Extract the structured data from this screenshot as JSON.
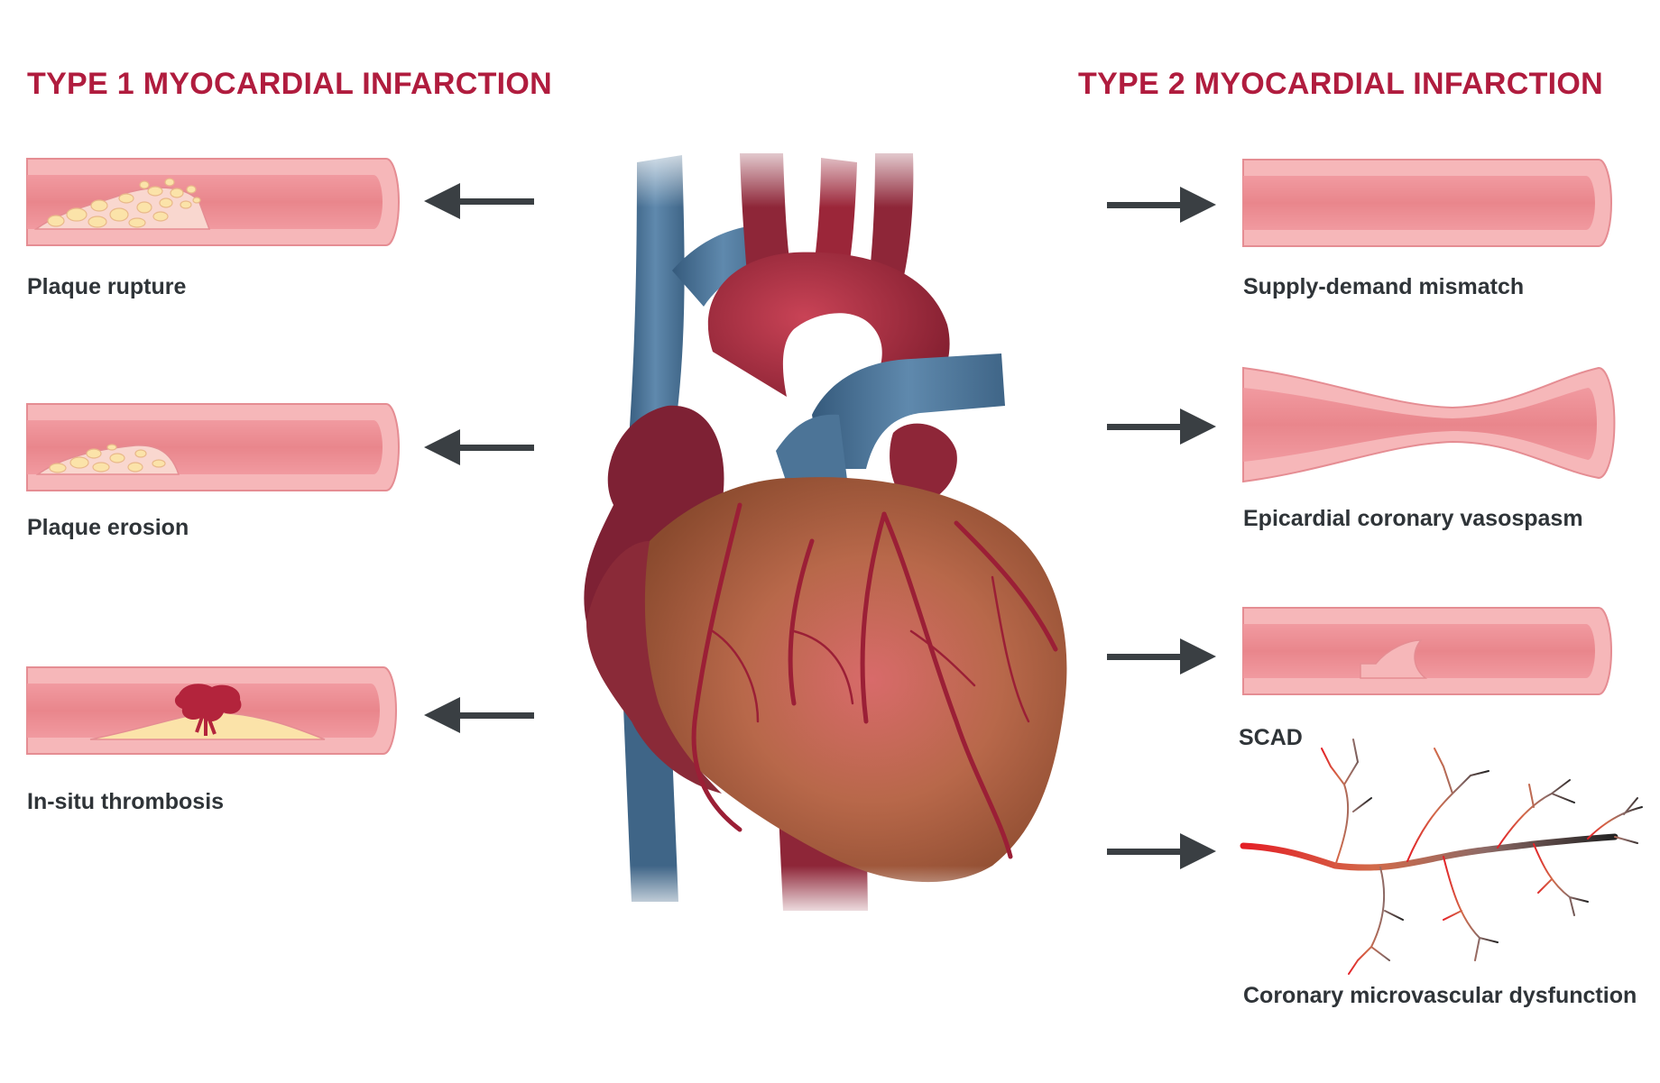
{
  "headings": {
    "type1": "TYPE 1 MYOCARDIAL INFARCTION",
    "type2": "TYPE 2 MYOCARDIAL INFARCTION"
  },
  "type1_items": [
    {
      "label": "Plaque rupture"
    },
    {
      "label": "Plaque erosion"
    },
    {
      "label": "In-situ thrombosis"
    }
  ],
  "type2_items": [
    {
      "label": "Supply-demand mismatch"
    },
    {
      "label": "Epicardial coronary vasospasm"
    },
    {
      "label": "SCAD"
    },
    {
      "label": "Coronary microvascular dysfunction"
    }
  ],
  "colors": {
    "heading": "#b01c3e",
    "label": "#2f3438",
    "arrow": "#3a3f43",
    "vessel_wall": "#f6b7b9",
    "vessel_lumen": "#ec8a8f",
    "vessel_outline": "#e58d93",
    "plaque": "#fbe3a9",
    "thrombus": "#b3243c",
    "heart_red": "#9b2639",
    "heart_brown": "#a4643d",
    "vein_blue": "#4c7497"
  },
  "icons": [
    "arrow-left-icon",
    "arrow-right-icon",
    "heart-illustration",
    "artery-icon",
    "microvasculature-icon"
  ]
}
